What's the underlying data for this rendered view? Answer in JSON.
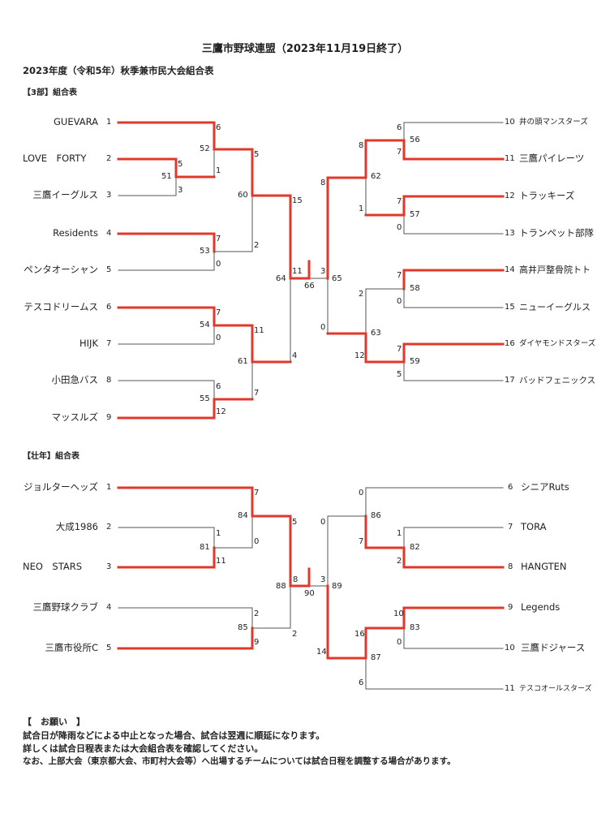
{
  "title": "三鷹市野球連盟（2023年11月19日終了）",
  "subtitle": "2023年度（令和5年）秋季兼市民大会組合表",
  "div3": {
    "heading": "【3部】組合表",
    "left_teams": [
      {
        "seed": "1",
        "name": "GUEVARA"
      },
      {
        "seed": "2",
        "name": "LOVE　FORTY"
      },
      {
        "seed": "3",
        "name": "三鷹イーグルス"
      },
      {
        "seed": "4",
        "name": "Residents"
      },
      {
        "seed": "5",
        "name": "ペンタオーシャン"
      },
      {
        "seed": "6",
        "name": "テスコドリームス"
      },
      {
        "seed": "7",
        "name": "HIJK"
      },
      {
        "seed": "8",
        "name": "小田急バス"
      },
      {
        "seed": "9",
        "name": "マッスルズ"
      }
    ],
    "right_teams": [
      {
        "seed": "10",
        "name": "井の頭マンスターズ"
      },
      {
        "seed": "11",
        "name": "三鷹パイレーツ"
      },
      {
        "seed": "12",
        "name": "トラッキーズ"
      },
      {
        "seed": "13",
        "name": "トランペット部隊"
      },
      {
        "seed": "14",
        "name": "高井戸整骨院トト"
      },
      {
        "seed": "15",
        "name": "ニューイーグルス"
      },
      {
        "seed": "16",
        "name": "ダイヤモンドスターズ"
      },
      {
        "seed": "17",
        "name": "バッドフェニックス"
      }
    ],
    "matches": [
      "51",
      "52",
      "53",
      "54",
      "55",
      "56",
      "57",
      "58",
      "59",
      "60",
      "61",
      "62",
      "63",
      "64",
      "65",
      "66"
    ],
    "scores": {
      "m51_a": "5",
      "m51_b": "3",
      "m52_a": "6",
      "m52_b": "1",
      "m53_a": "7",
      "m53_b": "0",
      "m54_a": "7",
      "m54_b": "0",
      "m55_a": "6",
      "m55_b": "12",
      "m60_a": "5",
      "m60_b": "2",
      "m61_a": "11",
      "m61_b": "7",
      "m64_a": "15",
      "m64_b": "4",
      "m66_a": "11",
      "m66_b": "3",
      "m56_a": "6",
      "m56_b": "7",
      "m57_a": "7",
      "m57_b": "0",
      "m58_a": "7",
      "m58_b": "0",
      "m59_a": "7",
      "m59_b": "5",
      "m62_a": "8",
      "m62_b": "1",
      "m63_a": "2",
      "m63_b": "12",
      "m65_a": "0"
    }
  },
  "senior": {
    "heading": "【壮年】組合表",
    "left_teams": [
      {
        "seed": "1",
        "name": "ジョルターヘッズ"
      },
      {
        "seed": "2",
        "name": "大成1986"
      },
      {
        "seed": "3",
        "name": "NEO　STARS"
      },
      {
        "seed": "4",
        "name": "三鷹野球クラブ"
      },
      {
        "seed": "5",
        "name": "三鷹市役所C"
      }
    ],
    "right_teams": [
      {
        "seed": "6",
        "name": "シニアRuts"
      },
      {
        "seed": "7",
        "name": "TORA"
      },
      {
        "seed": "8",
        "name": "HANGTEN"
      },
      {
        "seed": "9",
        "name": "Legends"
      },
      {
        "seed": "10",
        "name": "三鷹ドジャース"
      },
      {
        "seed": "11",
        "name": "テスコオールスターズ"
      }
    ],
    "matches": [
      "81",
      "82",
      "83",
      "84",
      "85",
      "86",
      "87",
      "88",
      "89",
      "90"
    ],
    "scores": {
      "m81_a": "1",
      "m81_b": "11",
      "m84_a": "7",
      "m84_b": "0",
      "m85_a": "2",
      "m85_b": "9",
      "m88_a": "5",
      "m88_b": "2",
      "m90_a": "8",
      "m90_b": "3",
      "m82_a": "1",
      "m82_b": "2",
      "m83_a": "10",
      "m83_b": "0",
      "m86_a": "0",
      "m86_b": "7",
      "m87_a": "16",
      "m87_b": "6",
      "m89_a": "0",
      "m89_b": "14"
    }
  },
  "notice": {
    "heading": "【　お願い　】",
    "lines": [
      "試合日が降雨などによる中止となった場合、試合は翌週に順延になります。",
      "詳しくは試合日程表または大会組合表を確認してください。",
      "なお、上部大会（東京都大会、市町村大会等）へ出場するチームについては試合日程を調整する場合があります。"
    ]
  },
  "colors": {
    "winner_line": "#e0392b",
    "loser_line": "#555555"
  }
}
